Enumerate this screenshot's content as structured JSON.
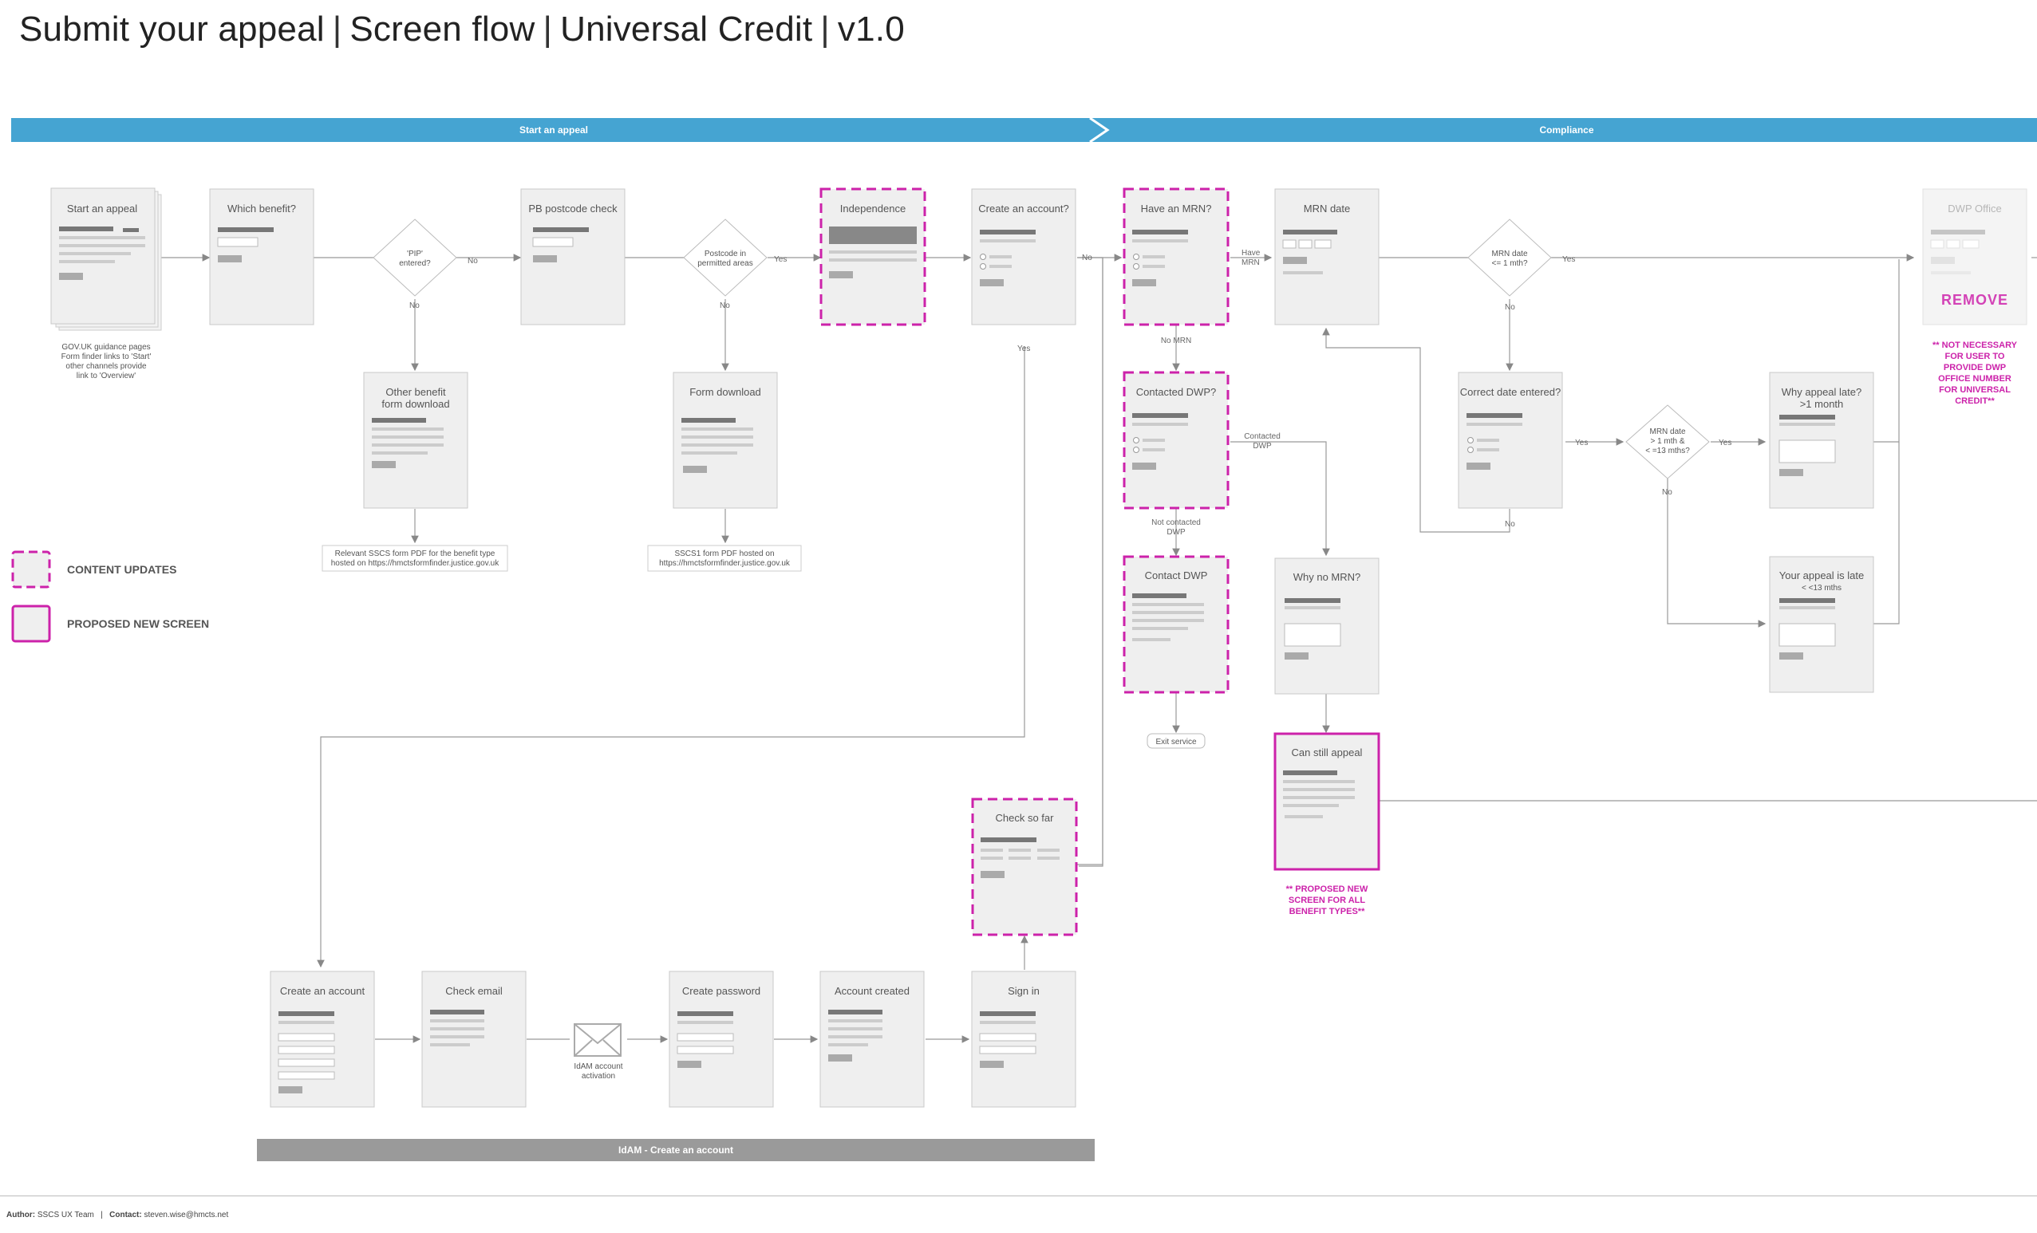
{
  "header": {
    "title_parts": [
      "Submit your appeal",
      "Screen flow",
      "Universal Credit",
      "v1.0"
    ]
  },
  "bands": {
    "start": "Start an appeal",
    "compliance": "Compliance",
    "idam": "IdAM - Create an account"
  },
  "screens": {
    "start_appeal": "Start an appeal",
    "which_benefit": "Which benefit?",
    "pb_postcode": "PB postcode check",
    "independence": "Independence",
    "create_account_q": "Create an account?",
    "have_mrn": "Have an MRN?",
    "mrn_date": "MRN date",
    "dwp_office": "DWP Office",
    "other_benefit": "Other benefit",
    "other_benefit_2": "form download",
    "form_download": "Form download",
    "contacted_dwp": "Contacted DWP?",
    "correct_date": "Correct date entered?",
    "why_late": "Why appeal late?",
    "why_late_2": ">1 month",
    "contact_dwp": "Contact DWP",
    "why_no_mrn": "Why no MRN?",
    "appeal_late": "Your appeal is late",
    "appeal_late_2": "< <13 mths",
    "can_still": "Can still appeal",
    "check_so_far": "Check so far",
    "create_account": "Create an account",
    "check_email": "Check email",
    "create_password": "Create password",
    "account_created": "Account created",
    "sign_in": "Sign in"
  },
  "decisions": {
    "pip": [
      "'PIP'",
      "entered?"
    ],
    "postcode": [
      "Postcode in",
      "permitted areas"
    ],
    "mrn_1mth": [
      "MRN date",
      "<= 1 mth?"
    ],
    "mrn_13": [
      "MRN date",
      "> 1 mth &",
      "< =13 mths?"
    ]
  },
  "labels": {
    "no": "No",
    "yes": "Yes",
    "have_mrn_1": "Have",
    "have_mrn_2": "MRN",
    "no_mrn": "No MRN",
    "contacted_1": "Contacted",
    "contacted_2": "DWP",
    "not_contacted_1": "Not contacted",
    "not_contacted_2": "DWP",
    "exit_service": "Exit service",
    "idam_1": "IdAM account",
    "idam_2": "activation",
    "remove": "REMOVE"
  },
  "notes": {
    "govuk": [
      "GOV.UK guidance pages",
      "Form finder links to 'Start'",
      "other channels provide",
      "link to 'Overview'"
    ],
    "relevant_pdf": [
      "Relevant SSCS form PDF for the benefit type",
      "hosted on https://hmctsformfinder.justice.gov.uk"
    ],
    "sscs1_pdf": [
      "SSCS1 form PDF hosted on",
      "https://hmctsformfinder.justice.gov.uk"
    ],
    "dwp_office_note": [
      "** NOT NECESSARY",
      "FOR USER TO",
      "PROVIDE DWP",
      "OFFICE NUMBER",
      "FOR UNIVERSAL",
      "CREDIT**"
    ],
    "new_screen_note": [
      "** PROPOSED NEW",
      "SCREEN FOR ALL",
      "BENEFIT TYPES**"
    ]
  },
  "legend": {
    "content_updates": "CONTENT UPDATES",
    "proposed_new": "PROPOSED NEW SCREEN"
  },
  "footer": {
    "author_label": "Author:",
    "author": "SSCS UX Team",
    "divider": "|",
    "contact_label": "Contact:",
    "contact": "steven.wise@hmcts.net"
  },
  "colors": {
    "band_blue": "#45a4d2",
    "accent_pink": "#cc22aa",
    "screen_fill": "#efefef",
    "band_grey": "#9a9a9a"
  }
}
